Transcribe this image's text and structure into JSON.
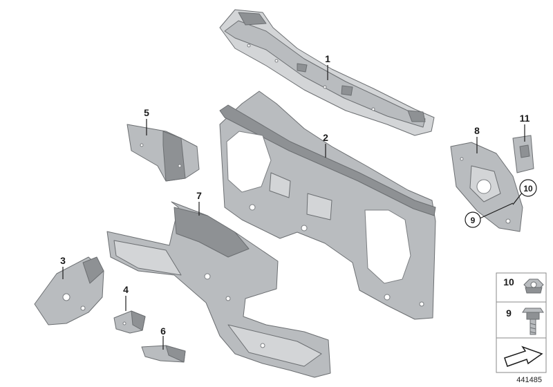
{
  "diagram": {
    "callouts": [
      {
        "id": "1",
        "label": "1"
      },
      {
        "id": "2",
        "label": "2"
      },
      {
        "id": "3",
        "label": "3"
      },
      {
        "id": "4",
        "label": "4"
      },
      {
        "id": "5",
        "label": "5"
      },
      {
        "id": "6",
        "label": "6"
      },
      {
        "id": "7",
        "label": "7"
      },
      {
        "id": "8",
        "label": "8"
      },
      {
        "id": "9",
        "label": "9"
      },
      {
        "id": "10",
        "label": "10"
      },
      {
        "id": "11",
        "label": "11"
      }
    ],
    "legend": [
      {
        "label": "10",
        "part": "nut"
      },
      {
        "label": "9",
        "part": "bolt"
      }
    ],
    "drawing_number": "441485",
    "colors": {
      "part": "#b9bcbf",
      "outline": "#6b6e71",
      "text": "#1a1a1a"
    }
  }
}
